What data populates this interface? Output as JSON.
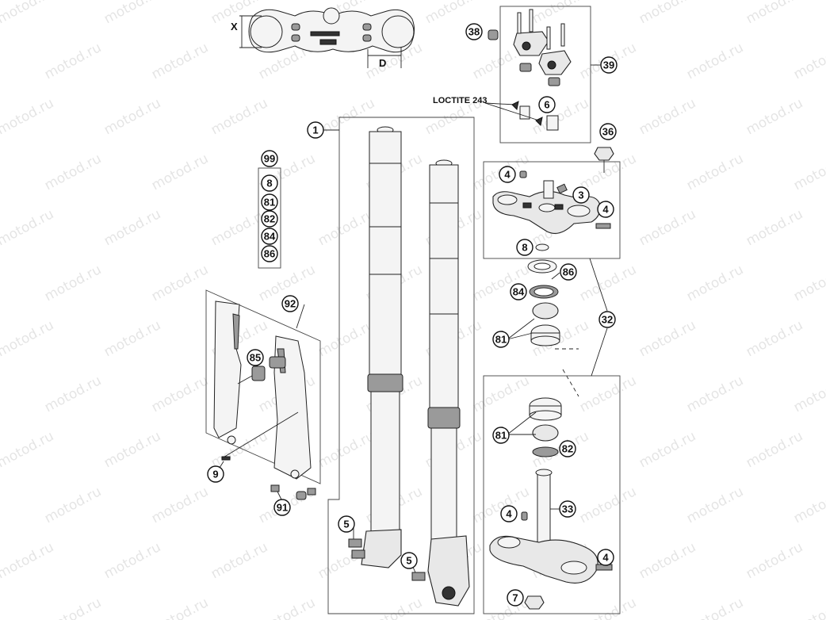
{
  "watermark": "motod.ru",
  "labels": {
    "loctite": "LOCTITE 243",
    "dim_x": "X",
    "dim_d": "D"
  },
  "callouts": [
    {
      "id": "c38",
      "num": "38"
    },
    {
      "id": "c39",
      "num": "39"
    },
    {
      "id": "c6",
      "num": "6"
    },
    {
      "id": "c36",
      "num": "36"
    },
    {
      "id": "c1",
      "num": "1"
    },
    {
      "id": "c99",
      "num": "99"
    },
    {
      "id": "c8a",
      "num": "8"
    },
    {
      "id": "c81a",
      "num": "81"
    },
    {
      "id": "c82a",
      "num": "82"
    },
    {
      "id": "c84a",
      "num": "84"
    },
    {
      "id": "c86a",
      "num": "86"
    },
    {
      "id": "c4a",
      "num": "4"
    },
    {
      "id": "c3",
      "num": "3"
    },
    {
      "id": "c4b",
      "num": "4"
    },
    {
      "id": "c8b",
      "num": "8"
    },
    {
      "id": "c86b",
      "num": "86"
    },
    {
      "id": "c84b",
      "num": "84"
    },
    {
      "id": "c81b",
      "num": "81"
    },
    {
      "id": "c32",
      "num": "32"
    },
    {
      "id": "c92",
      "num": "92"
    },
    {
      "id": "c85",
      "num": "85"
    },
    {
      "id": "c9",
      "num": "9"
    },
    {
      "id": "c91",
      "num": "91"
    },
    {
      "id": "c5a",
      "num": "5"
    },
    {
      "id": "c5b",
      "num": "5"
    },
    {
      "id": "c81c",
      "num": "81"
    },
    {
      "id": "c82b",
      "num": "82"
    },
    {
      "id": "c4c",
      "num": "4"
    },
    {
      "id": "c33",
      "num": "33"
    },
    {
      "id": "c4d",
      "num": "4"
    },
    {
      "id": "c7",
      "num": "7"
    }
  ]
}
